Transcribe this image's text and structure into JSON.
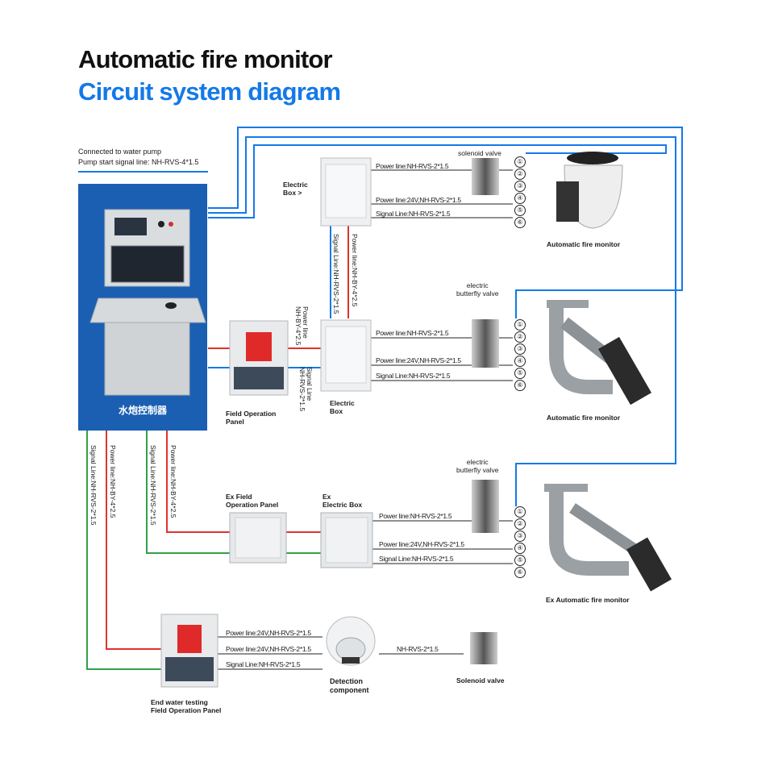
{
  "title": {
    "line1": "Automatic fire monitor",
    "line2": "Circuit system diagram"
  },
  "header_note": {
    "line1": "Connected to water pump",
    "line2": "Pump start signal line: NH-RVS-4*1.5"
  },
  "controller": {
    "label": "水炮控制器"
  },
  "colors": {
    "blue": "#1479e8",
    "red": "#e0322e",
    "green": "#33a047",
    "controller_bg": "#1b5fb3"
  },
  "row1": {
    "box_label": "Electric\nBox >",
    "monitor_label": "Automatic fire monitor",
    "valve_label": "solenoid valve",
    "lines": [
      "Power line:NH-RVS-2*1.5",
      "Power line:24V,NH-RVS-2*1.5",
      "Signal Line:NH-RVS-2*1.5"
    ]
  },
  "vertical_row1_to_row2": {
    "signal": "Signal Line:NH-RVS-2*1.5",
    "power": "Power line:NH-BY-4*2.5"
  },
  "row2": {
    "panel_label": "Field Operation\nPanel",
    "box_label": "Electric\nBox",
    "monitor_label": "Automatic fire monitor",
    "valve_label": "electric\nbutterfly valve",
    "power_vert": "Power line\nNH-BY-4*2.5",
    "signal_vert": "Signal Line\nNH-RVS-2*1.5",
    "lines": [
      "Power line:NH-RVS-2*1.5",
      "Power line:24V,NH-RVS-2*1.5",
      "Signal Line:NH-RVS-2*1.5"
    ]
  },
  "row3": {
    "panel_label": "Ex Field\nOperation Panel",
    "box_label": "Ex\nElectric Box",
    "monitor_label": "Ex Automatic fire monitor",
    "valve_label": "electric\nbutterfly valve",
    "lines": [
      "Power line:NH-RVS-2*1.5",
      "Power line:24V,NH-RVS-2*1.5",
      "Signal Line:NH-RVS-2*1.5"
    ]
  },
  "left_verticals": {
    "signal1": "Signal Line:NH-RVS-2*1.5",
    "power1": "Power line:NH-BY-4*2.5",
    "signal2": "Signal Line:NH-RVS-2*1.5",
    "power2": "Power line:NH-BY-4*2.5"
  },
  "row4": {
    "panel_label": "End water testing\nField Operation Panel",
    "detect_label": "Detection\ncomponent",
    "valve_label": "Solenoid valve",
    "lines": [
      "Power line:24V,NH-RVS-2*1.5",
      "Power line:24V,NH-RVS-2*1.5",
      "Signal Line:NH-RVS-2*1.5"
    ],
    "valve_line": "NH-RVS-2*1.5"
  },
  "terminal_numbers": [
    "①",
    "②",
    "③",
    "④",
    "⑤",
    "⑥"
  ]
}
